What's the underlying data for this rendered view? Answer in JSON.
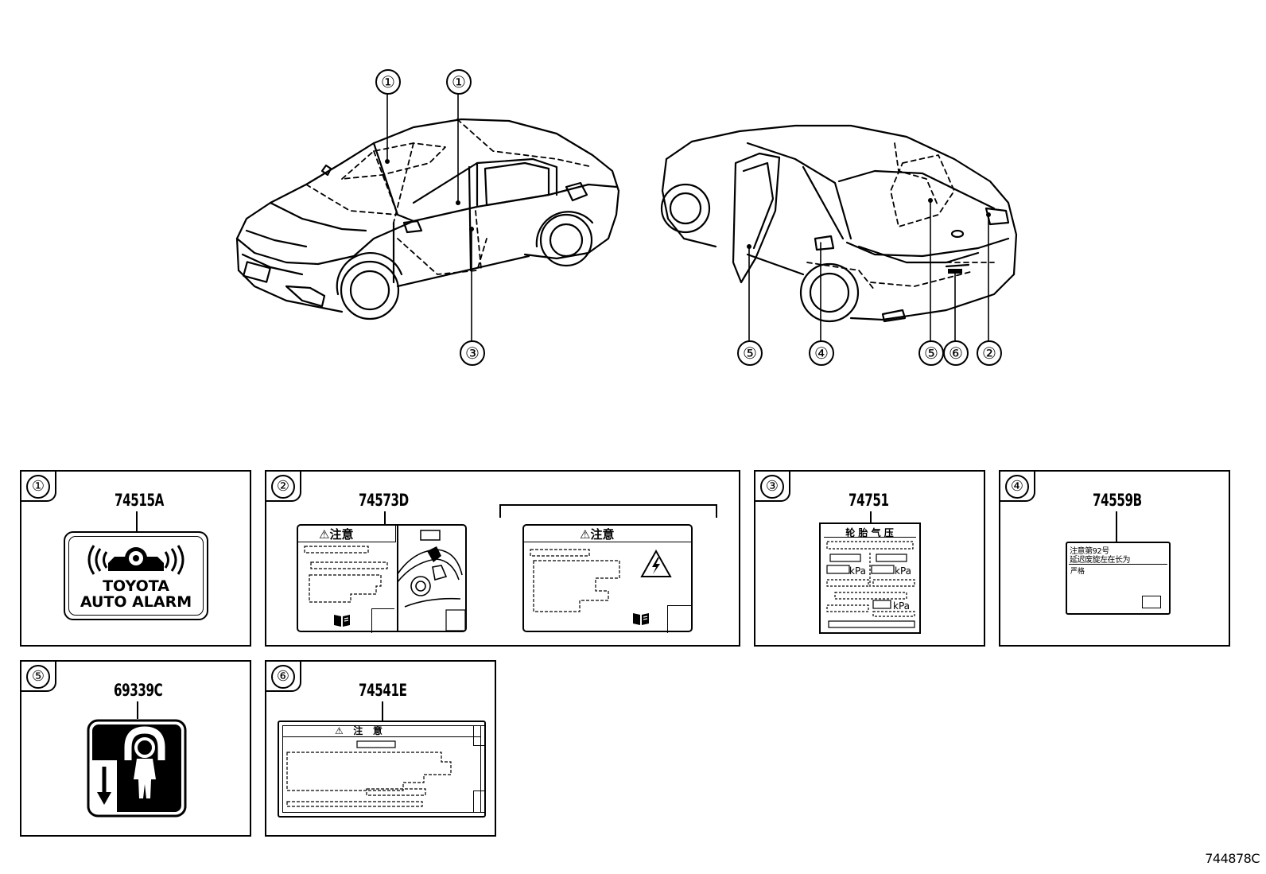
{
  "drawing_ref": "744878C",
  "callouts": {
    "front_roof": "①",
    "front_door": "①",
    "front_pillar": "③",
    "rear_door": "⑤",
    "fuel_lid": "④",
    "trunk": "⑤",
    "trunk_lid": "⑥",
    "rear_corner": "②"
  },
  "panels": [
    {
      "num": "①",
      "part": "74515A",
      "text_line1": "TOYOTA",
      "text_line2": "AUTO ALARM"
    },
    {
      "num": "②",
      "part": "74573D",
      "caution_a": "⚠注意",
      "caution_b": "⚠注意"
    },
    {
      "num": "③",
      "part": "74751",
      "heading": "轮 胎 气 压",
      "unit_a": "kPa",
      "unit_b": "kPa",
      "unit_c": "kPa"
    },
    {
      "num": "④",
      "part": "74559B",
      "line1": "注意第92号 ",
      "line2": "延迟废旋左在长为",
      "small": "严格"
    },
    {
      "num": "⑤",
      "part": "69339C"
    },
    {
      "num": "⑥",
      "part": "74541E",
      "caution": "⚠   注   意"
    }
  ]
}
